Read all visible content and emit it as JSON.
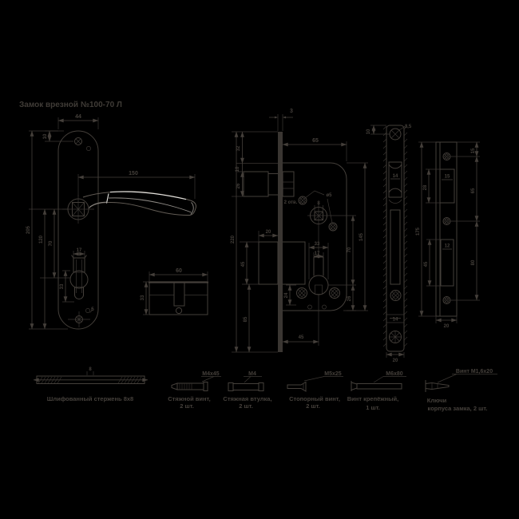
{
  "title": "Замок врезной №100-70 Л",
  "colors": {
    "background": "#000000",
    "ink": "#443f3a",
    "highlight": "#cfccc7"
  },
  "views": {
    "handle_plate": {
      "plate_width": "44",
      "screw_offset": "10",
      "handle_length": "150",
      "plate_height": "205",
      "hub_to_bottom": "120",
      "hub_to_cylinder": "70",
      "keyhole_width": "17",
      "keyhole_height": "33",
      "bottom_hole_dia": "5"
    },
    "cylinder": {
      "length": "60",
      "height": "33"
    },
    "lock_body": {
      "faceplate_thickness": "3",
      "case_depth": "65",
      "top_margin": "32",
      "latch_gap": "10",
      "latch_height": "26",
      "bolt_throw": "20",
      "bolt_height": "45",
      "cyl_to_bottom": "85",
      "total_height": "220",
      "square_hole": "8",
      "holes_note": "2 отв.",
      "hole_dia": "ø5",
      "profile_width": "17",
      "profile_height": "33",
      "left_hole_dim": "24",
      "hub_to_cylinder": "70",
      "cyl_to_case_bottom": "26",
      "case_height": "145",
      "backset": "45"
    },
    "faceplate": {
      "top_offset": "10",
      "hole_dia": "3,5",
      "latch_width": "14",
      "lower_width": "14",
      "plate_width": "20"
    },
    "strike_plate": {
      "height": "175",
      "latch_opening_height": "28",
      "bolt_opening_height": "45",
      "top_offset": "15",
      "hole_spacing_top": "65",
      "hole_spacing_bottom": "80",
      "latch_opening_width": "15",
      "bolt_opening_width": "12",
      "plate_width": "20"
    }
  },
  "parts": [
    {
      "label": "8",
      "name": "Шлифованный стержень 8х8",
      "qty": ""
    },
    {
      "label": "М4х45",
      "name": "Стяжной винт,",
      "qty": "2 шт."
    },
    {
      "label": "М4",
      "name": "Стяжная втулка,",
      "qty": "2 шт."
    },
    {
      "label": "М5х25",
      "name": "Стопорный винт,",
      "qty": "2 шт."
    },
    {
      "label": "М6х80",
      "name": "Винт крепёжный,",
      "qty": "1 шт."
    },
    {
      "label": "Винт М1,6х20",
      "name": "Ключи",
      "qty": "корпуса замка, 2 шт."
    }
  ]
}
